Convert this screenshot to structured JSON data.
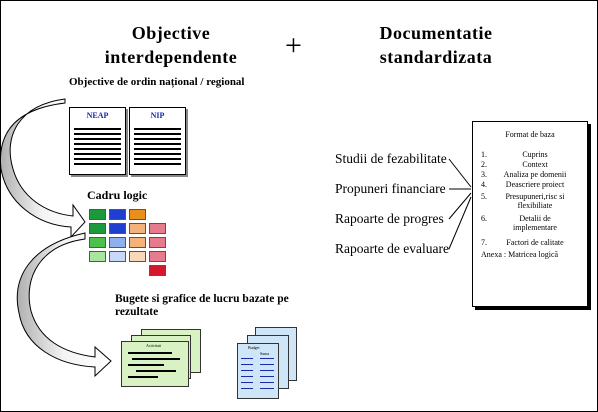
{
  "left_heading": "Objective interdependente",
  "plus": "+",
  "right_heading": "Documentatie standardizata",
  "section_objectives": "Objective de ordin național / regional",
  "docs": [
    {
      "title": "NEAP"
    },
    {
      "title": "NIP"
    }
  ],
  "section_framework": "Cadru logic",
  "section_budgets": "Bugete si grafice de lucru bazate pe rezultate",
  "grid_colors": {
    "green_dark": "#1a9a3a",
    "blue": "#1f3fd0",
    "orange": "#e8901a",
    "green_mid": "#4cc04c",
    "light_blue": "#8fb0ee",
    "peach": "#f4b27a",
    "pink": "#e87a8e",
    "light_green": "#a8e6a0",
    "pale_blue": "#c8d8f8",
    "pale_peach": "#f8d8b8",
    "red": "#d4182a"
  },
  "doc_types": [
    "Studii de fezabilitate",
    "Propuneri financiare",
    "Rapoarte de progres",
    "Rapoarte de evaluare"
  ],
  "format_box": {
    "title": "Format de baza",
    "items": [
      {
        "num": "1.",
        "text": "Cuprins"
      },
      {
        "num": "2.",
        "text": "Context"
      },
      {
        "num": "3.",
        "text": "Analiza pe domenii"
      },
      {
        "num": "4.",
        "text": "Deascriere proiect"
      },
      {
        "num": "5.",
        "text": "Presupuneri,risc si flexibiliate"
      },
      {
        "num": "6.",
        "text": "Detalii de implementare"
      },
      {
        "num": "7.",
        "text": "Factori de calitate"
      }
    ],
    "annex": "Anexa : Matricea logică"
  },
  "budget_sheet_labels": {
    "header_a": "Activitati",
    "header_b": "Budget",
    "header_c": "Suma"
  }
}
